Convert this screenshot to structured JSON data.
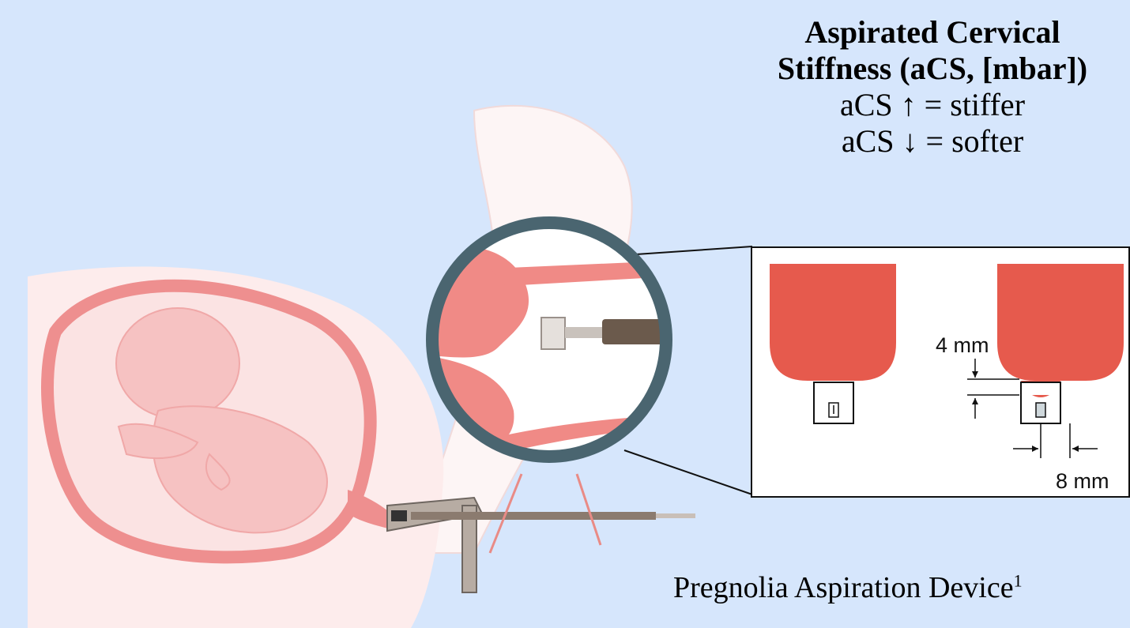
{
  "colors": {
    "background": "#d6e6fc",
    "tissue": "#e65a4d",
    "uterus_wall": "#ef8f8f",
    "loupe_ring": "#4a6570"
  },
  "title": {
    "line1": "Aspirated Cervical",
    "line2": "Stiffness (aCS, [mbar])",
    "stiffer": "aCS ↑ = stiffer",
    "softer": "aCS ↓ = softer"
  },
  "inset": {
    "gap_label": "4 mm",
    "width_label": "8 mm"
  },
  "caption": {
    "text": "Pregnolia Aspiration Device",
    "superscript": "1"
  }
}
